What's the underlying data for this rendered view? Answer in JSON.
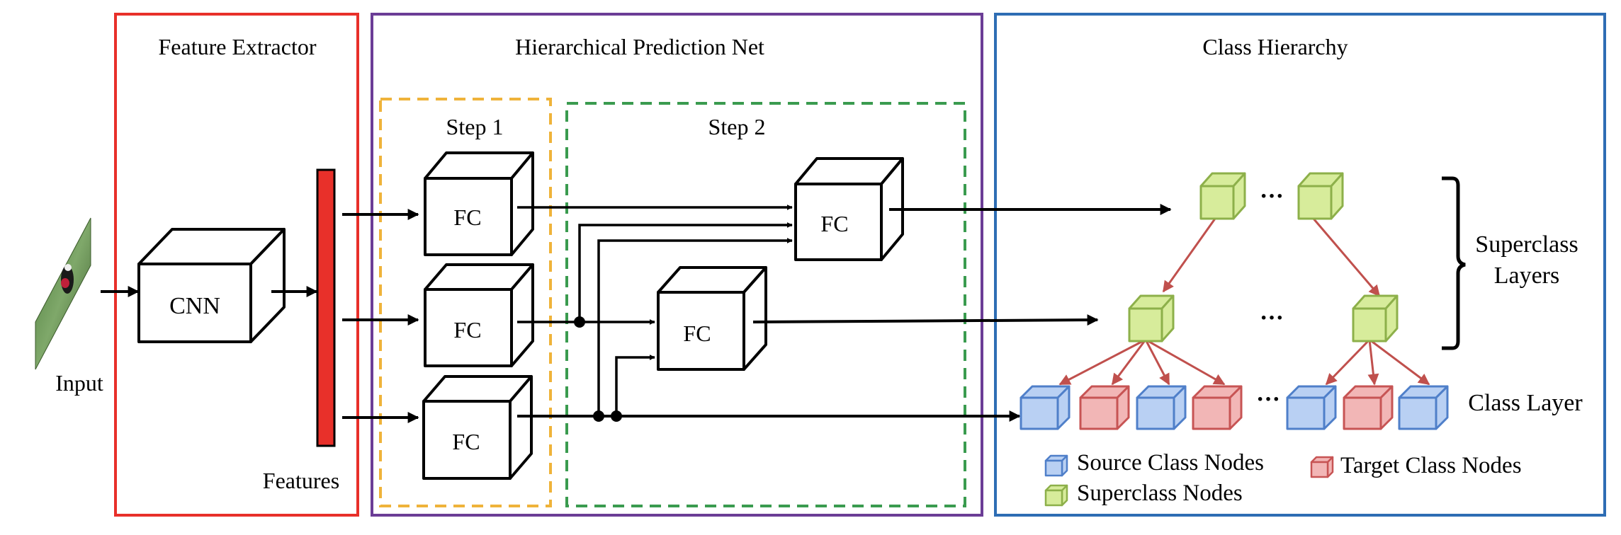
{
  "panels": {
    "feature_extractor": {
      "title": "Feature Extractor",
      "color": "#e8302a"
    },
    "prediction_net": {
      "title": "Hierarchical Prediction Net",
      "color": "#6b3d96"
    },
    "class_hierarchy": {
      "title": "Class Hierarchy",
      "color": "#2e6db4"
    }
  },
  "steps": {
    "step1": {
      "label": "Step 1",
      "color": "#efb33a"
    },
    "step2": {
      "label": "Step 2",
      "color": "#3a9b4f"
    }
  },
  "nodes": {
    "input_label": "Input",
    "cnn_label": "CNN",
    "features_label": "Features",
    "fc_label": "FC"
  },
  "hierarchy": {
    "ellipsis": "···",
    "superclass_layers_line1": "Superclass",
    "superclass_layers_line2": "Layers",
    "class_layer": "Class Layer"
  },
  "legend": {
    "source": "Source Class Nodes",
    "target": "Target Class Nodes",
    "superclass": "Superclass Nodes"
  },
  "colors": {
    "feature_bar": "#e8302a",
    "superclass_fill": "#d7ec9b",
    "superclass_stroke": "#8db04a",
    "source_fill": "#b9d0f3",
    "source_stroke": "#4f7fc9",
    "target_fill": "#f2b6b6",
    "target_stroke": "#c75454",
    "tree_edge": "#c0504d"
  }
}
